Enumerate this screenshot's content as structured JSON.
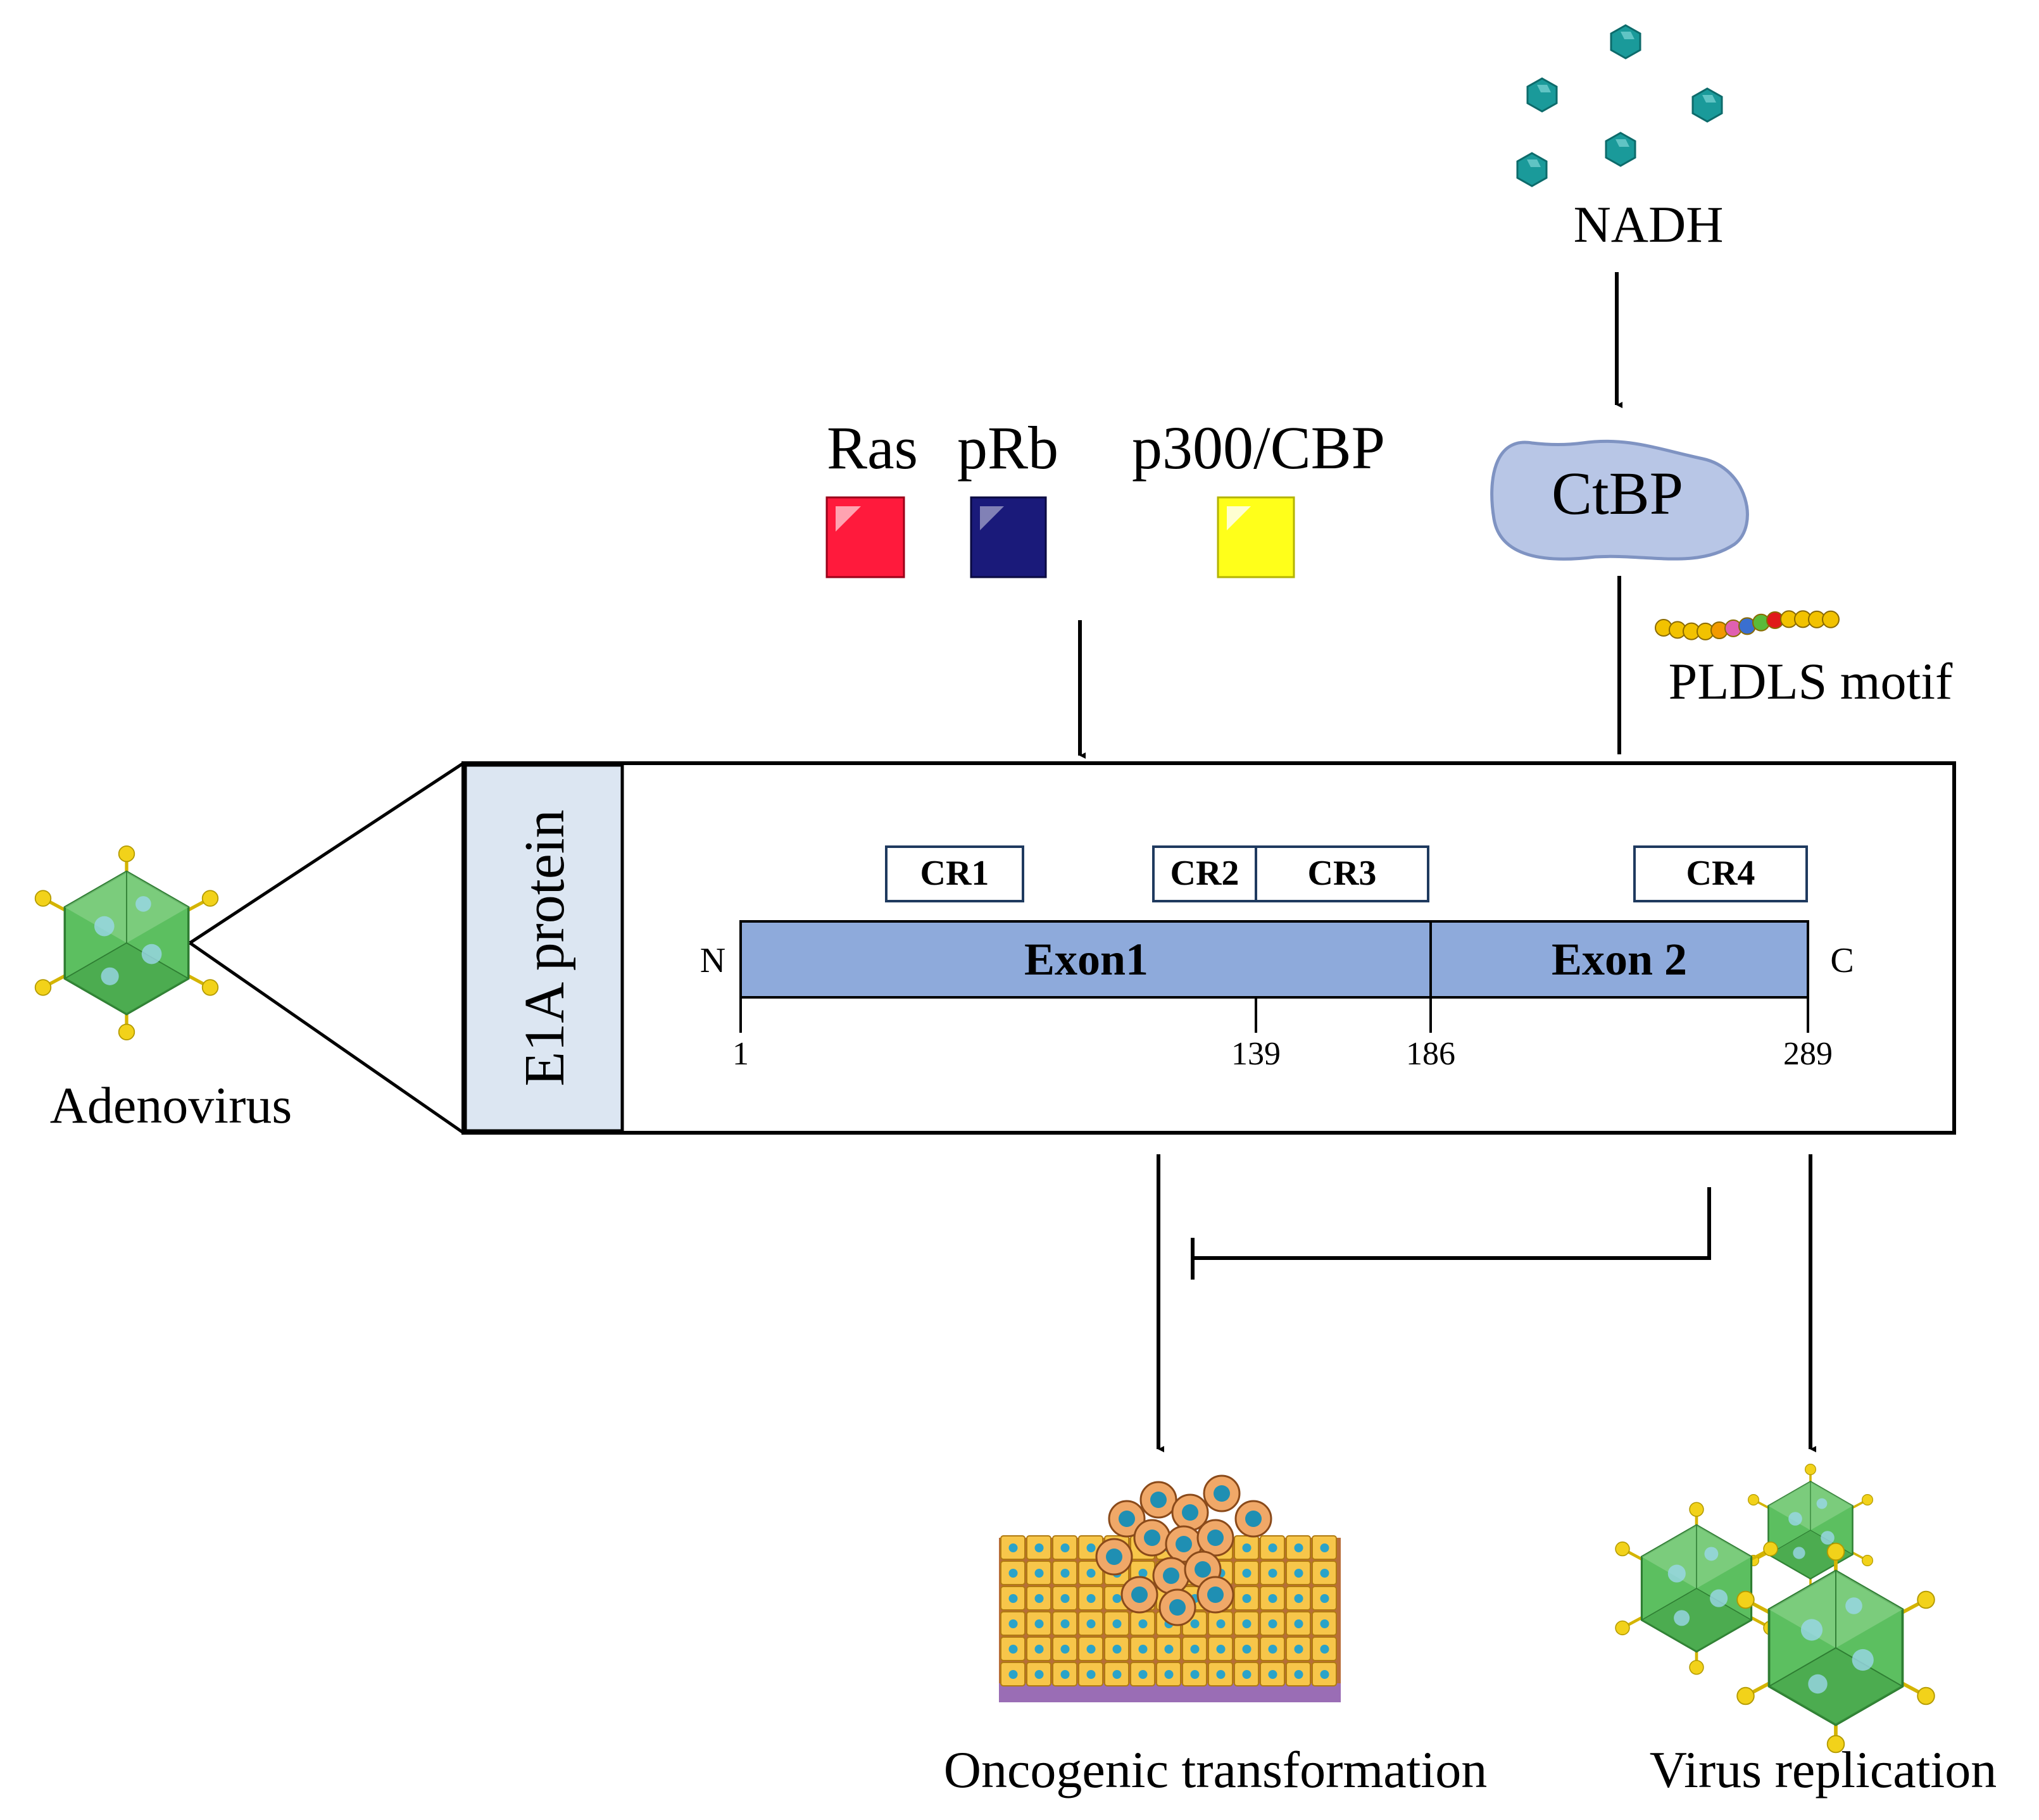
{
  "colors": {
    "ras": "#ff1a3c",
    "prb": "#1a1a7a",
    "p300": "#ffff1a",
    "nadh": "#1a9a9a",
    "ctbp": "#b8c6e6",
    "exon_bar": "#8eaadb",
    "e1a_label_bg": "#dce6f2",
    "virus_green": "#4caf50",
    "spike_yellow": "#f2d21a",
    "cell_yellow": "#f7c64a",
    "cell_nucleus": "#2aa3c9",
    "tumor_brown": "#b86e3a"
  },
  "labels": {
    "nadh": "NADH",
    "ctbp": "CtBP",
    "ras": "Ras",
    "prb": "pRb",
    "p300": "p300/CBP",
    "pldls": "PLDLS motif",
    "e1a": "E1A protein",
    "adenovirus": "Adenovirus",
    "cr1": "CR1",
    "cr2": "CR2",
    "cr3": "CR3",
    "cr4": "CR4",
    "exon1": "Exon1",
    "exon2": "Exon 2",
    "n_term": "N",
    "c_term": "C",
    "pos1": "1",
    "pos139": "139",
    "pos186": "186",
    "pos289": "289",
    "oncogenic": "Oncogenic transformation",
    "replication": "Virus replication"
  },
  "icons": {
    "nadh_molecule": "hexagon-molecule-icon",
    "ctbp_protein": "protein-blob-icon",
    "pldls_motif": "bead-chain-icon",
    "adenovirus": "icosahedral-virus-icon",
    "tissue": "epithelial-tissue-icon",
    "virions": "virus-cluster-icon"
  },
  "pldls_beads": [
    "#f2c200",
    "#f2c200",
    "#f2c200",
    "#f2c200",
    "#f29a00",
    "#e060b0",
    "#3a6fd0",
    "#5aba3a",
    "#e01a1a",
    "#f2c200",
    "#f2c200",
    "#f2c200",
    "#f2c200"
  ]
}
